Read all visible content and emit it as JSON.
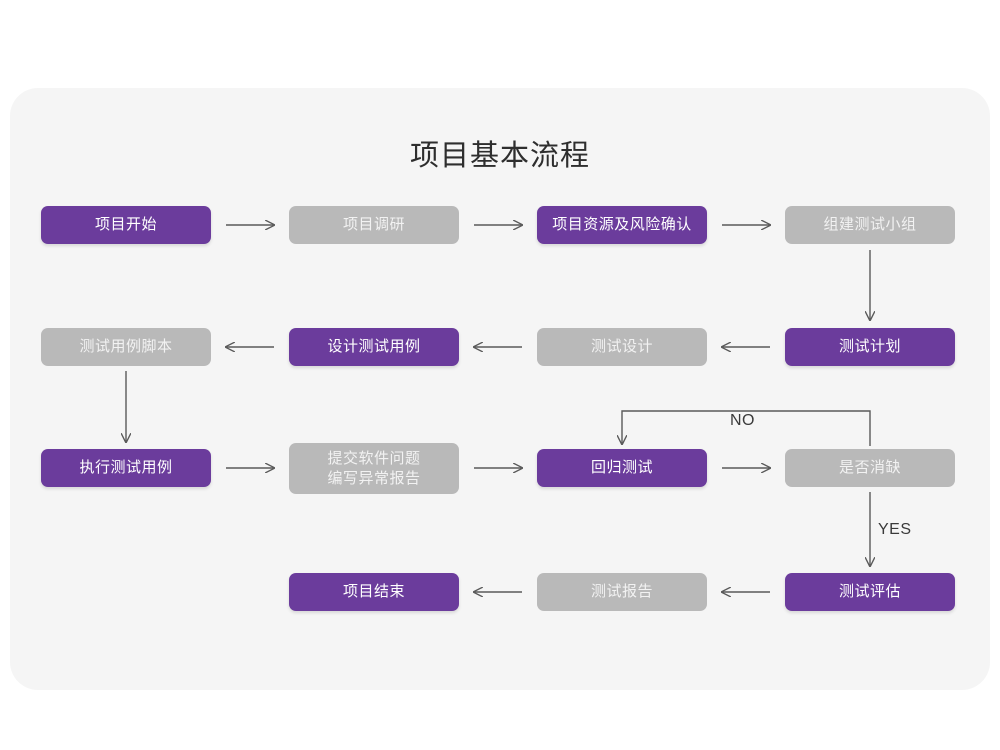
{
  "page": {
    "background_color": "#ffffff",
    "card_color": "#f5f5f5"
  },
  "title": "项目基本流程",
  "colors": {
    "active": "#6b3c9c",
    "inactive": "#b9b9b9",
    "text_on_active": "#ffffff",
    "text_on_inactive": "#f2f2f2",
    "connector": "#5a5a5a",
    "title_text": "#2e2e2e"
  },
  "chart_data": {
    "type": "diagram",
    "title": "项目基本流程",
    "nodes": [
      {
        "id": "n1",
        "label": "项目开始",
        "style": "purple",
        "row": 1,
        "col": 1
      },
      {
        "id": "n2",
        "label": "项目调研",
        "style": "gray",
        "row": 1,
        "col": 2
      },
      {
        "id": "n3",
        "label": "项目资源及风险确认",
        "style": "purple",
        "row": 1,
        "col": 3
      },
      {
        "id": "n4",
        "label": "组建测试小组",
        "style": "gray",
        "row": 1,
        "col": 4
      },
      {
        "id": "n5",
        "label": "测试用例脚本",
        "style": "gray",
        "row": 2,
        "col": 1
      },
      {
        "id": "n6",
        "label": "设计测试用例",
        "style": "purple",
        "row": 2,
        "col": 2
      },
      {
        "id": "n7",
        "label": "测试设计",
        "style": "gray",
        "row": 2,
        "col": 3
      },
      {
        "id": "n8",
        "label": "测试计划",
        "style": "purple",
        "row": 2,
        "col": 4
      },
      {
        "id": "n9",
        "label": "执行测试用例",
        "style": "purple",
        "row": 3,
        "col": 1
      },
      {
        "id": "n10",
        "label": "提交软件问题\n编写异常报告",
        "style": "gray",
        "row": 3,
        "col": 2
      },
      {
        "id": "n11",
        "label": "回归测试",
        "style": "purple",
        "row": 3,
        "col": 3
      },
      {
        "id": "n12",
        "label": "是否消缺",
        "style": "gray",
        "row": 3,
        "col": 4
      },
      {
        "id": "n13",
        "label": "项目结束",
        "style": "purple",
        "row": 4,
        "col": 2
      },
      {
        "id": "n14",
        "label": "测试报告",
        "style": "gray",
        "row": 4,
        "col": 3
      },
      {
        "id": "n15",
        "label": "测试评估",
        "style": "purple",
        "row": 4,
        "col": 4
      }
    ],
    "edges": [
      {
        "from": "n1",
        "to": "n2",
        "label": "",
        "direction": "right"
      },
      {
        "from": "n2",
        "to": "n3",
        "label": "",
        "direction": "right"
      },
      {
        "from": "n3",
        "to": "n4",
        "label": "",
        "direction": "right"
      },
      {
        "from": "n4",
        "to": "n8",
        "label": "",
        "direction": "down"
      },
      {
        "from": "n8",
        "to": "n7",
        "label": "",
        "direction": "left"
      },
      {
        "from": "n7",
        "to": "n6",
        "label": "",
        "direction": "left"
      },
      {
        "from": "n6",
        "to": "n5",
        "label": "",
        "direction": "left"
      },
      {
        "from": "n5",
        "to": "n9",
        "label": "",
        "direction": "down"
      },
      {
        "from": "n9",
        "to": "n10",
        "label": "",
        "direction": "right"
      },
      {
        "from": "n10",
        "to": "n11",
        "label": "",
        "direction": "right"
      },
      {
        "from": "n11",
        "to": "n12",
        "label": "",
        "direction": "right"
      },
      {
        "from": "n12",
        "to": "n11",
        "label": "NO",
        "direction": "loop-up-left-down"
      },
      {
        "from": "n12",
        "to": "n15",
        "label": "YES",
        "direction": "down"
      },
      {
        "from": "n15",
        "to": "n14",
        "label": "",
        "direction": "left"
      },
      {
        "from": "n14",
        "to": "n13",
        "label": "",
        "direction": "left"
      }
    ],
    "edge_labels": [
      {
        "id": "lbl-no",
        "text": "NO"
      },
      {
        "id": "lbl-yes",
        "text": "YES"
      }
    ]
  }
}
